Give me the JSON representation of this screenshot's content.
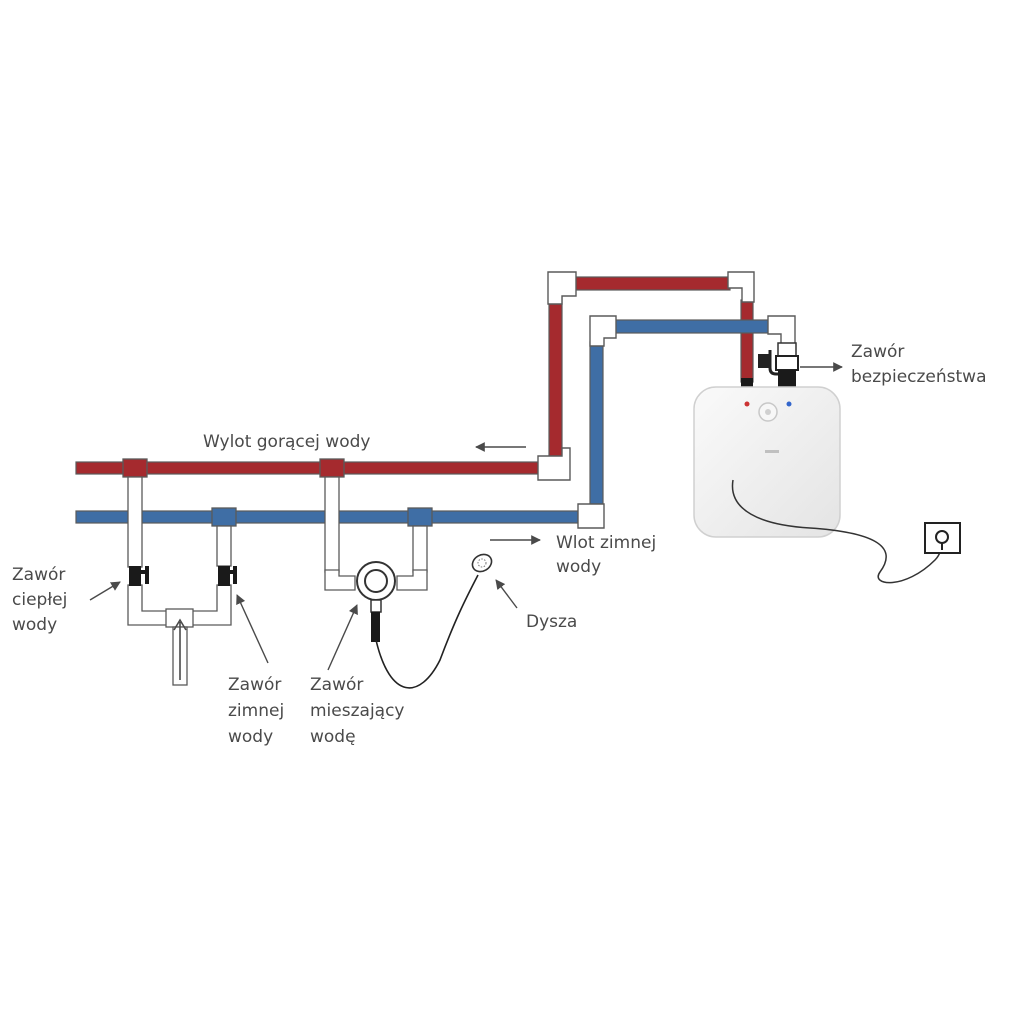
{
  "labels": {
    "hot_outlet": "Wylot gorącej wody",
    "cold_inlet": [
      "Wlot zimnej",
      "wody"
    ],
    "safety_valve": [
      "Zawór",
      "bezpieczeństwa"
    ],
    "hot_valve": [
      "Zawór",
      "ciepłej",
      "wody"
    ],
    "cold_valve": [
      "Zawór",
      "zimnej",
      "wody"
    ],
    "mixing_valve": [
      "Zawór",
      "mieszający",
      "wodę"
    ],
    "nozzle": "Dysza"
  },
  "colors": {
    "hot_pipe": "#a52a2e",
    "cold_pipe": "#3f6ea5",
    "fitting": "#ffffff",
    "outline": "#5a5a5a",
    "heater_body": "#f1f1f1",
    "text": "#4a4a4a"
  },
  "icons": {
    "flow_arrow": "arrow-left-icon",
    "inlet_arrow": "arrow-right-icon",
    "socket": "power-socket-icon",
    "knob": "thermostat-knob-icon"
  }
}
